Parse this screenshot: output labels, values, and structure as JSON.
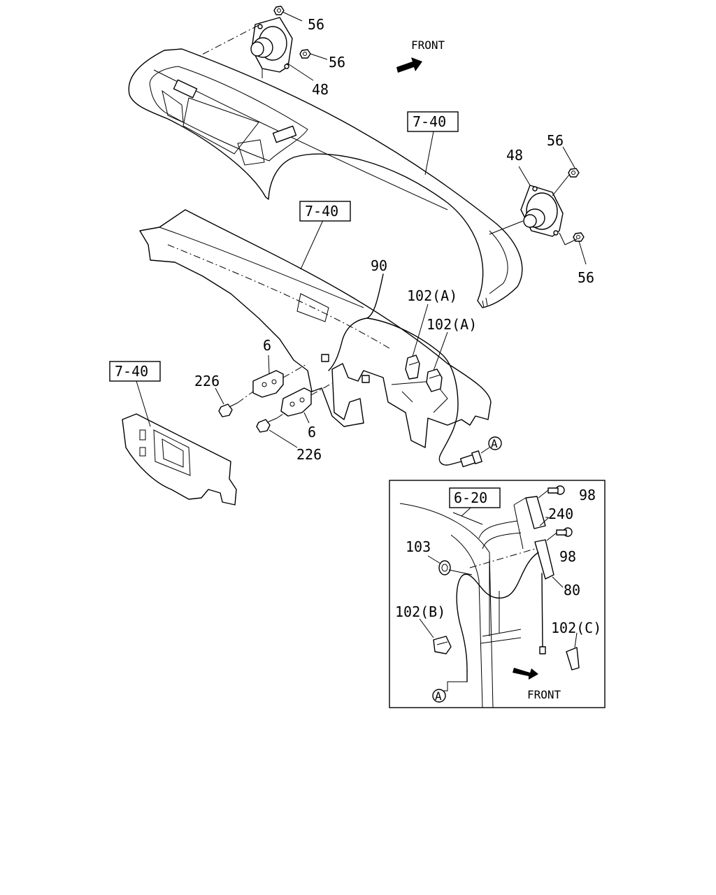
{
  "labels": {
    "front_top": "FRONT",
    "front_inset": "FRONT",
    "ref_7_40_a": "7-40",
    "ref_7_40_b": "7-40",
    "ref_7_40_c": "7-40",
    "ref_6_20": "6-20",
    "p56_a": "56",
    "p56_b": "56",
    "p56_c": "56",
    "p56_d": "56",
    "p48_a": "48",
    "p48_b": "48",
    "p90": "90",
    "p102a_a": "102(A)",
    "p102a_b": "102(A)",
    "p6_a": "6",
    "p6_b": "6",
    "p226_a": "226",
    "p226_b": "226",
    "connector_main": "A",
    "connector_inset": "A",
    "p98_a": "98",
    "p98_b": "98",
    "p240": "240",
    "p103": "103",
    "p80": "80",
    "p102b": "102(B)",
    "p102c": "102(C)"
  }
}
